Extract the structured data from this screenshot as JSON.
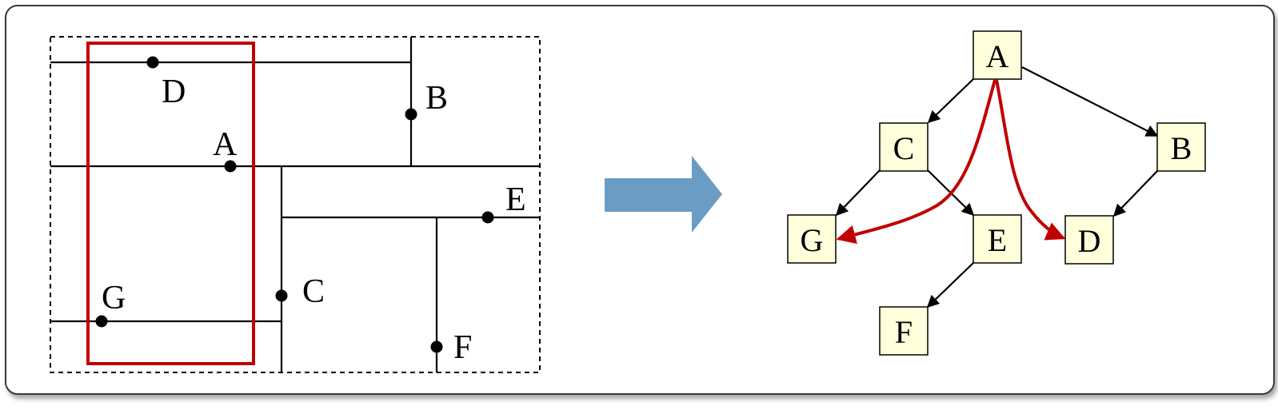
{
  "partition": {
    "points": [
      {
        "label": "D"
      },
      {
        "label": "B"
      },
      {
        "label": "A"
      },
      {
        "label": "E"
      },
      {
        "label": "C"
      },
      {
        "label": "G"
      },
      {
        "label": "F"
      }
    ]
  },
  "tree": {
    "nodes": [
      {
        "label": "A"
      },
      {
        "label": "C"
      },
      {
        "label": "B"
      },
      {
        "label": "G"
      },
      {
        "label": "E"
      },
      {
        "label": "D"
      },
      {
        "label": "F"
      }
    ]
  },
  "colors": {
    "query_box": "#c00000",
    "arrow_fill": "#6a9cc4",
    "node_fill": "#ffffdc",
    "highlight_edge": "#c00000",
    "edge": "#000000"
  }
}
